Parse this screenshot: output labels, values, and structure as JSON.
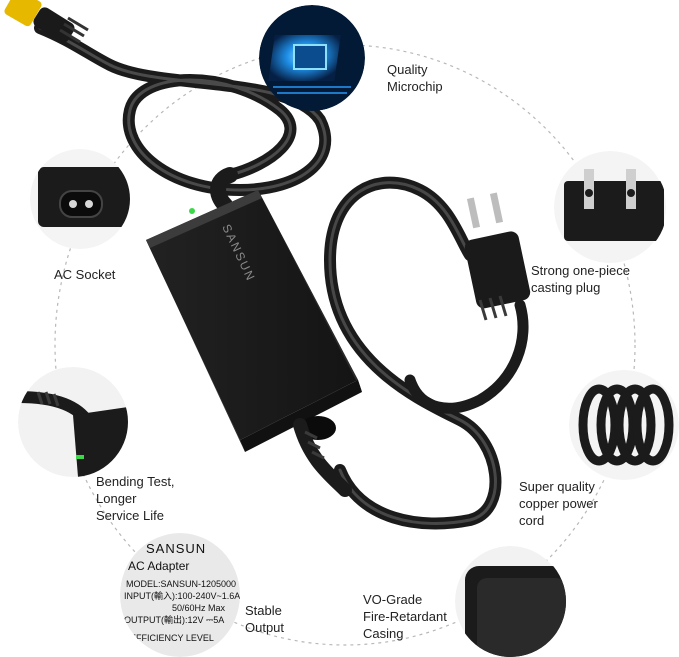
{
  "features": {
    "microchip": [
      "Quality",
      "Microchip"
    ],
    "ac_socket": [
      "AC Socket"
    ],
    "plug": [
      "Strong one-piece",
      "casting plug"
    ],
    "bending": [
      "Bending Test,",
      "Longer",
      "Service Life"
    ],
    "copper": [
      "Super quality",
      "copper power",
      "cord"
    ],
    "stable": [
      "Stable",
      "Output"
    ],
    "casing": [
      "VO-Grade",
      "Fire-Retardant",
      "Casing"
    ]
  },
  "brand_on_adapter": "SANSUN",
  "sticker": {
    "brand": "SANSUN",
    "title": "AC Adapter",
    "model": "MODEL:SANSUN-1205000",
    "input": "INPUT(輸入):100-240V~1.6A",
    "freq": "50/60Hz Max",
    "output": "OUTPUT(輸出):12V ⎓5A",
    "efficiency": "EFFICIENCY LEVEL"
  },
  "colors": {
    "product_black": "#1c1c1c",
    "dashed_ring": "#b8b8b8",
    "chip_glow": "#2fa8ff",
    "led_green": "#3cd84a"
  },
  "icons": [
    "quality-microchip",
    "ac-socket",
    "casting-plug",
    "bending-cable",
    "coiled-cord",
    "rating-label",
    "casing-corner"
  ]
}
